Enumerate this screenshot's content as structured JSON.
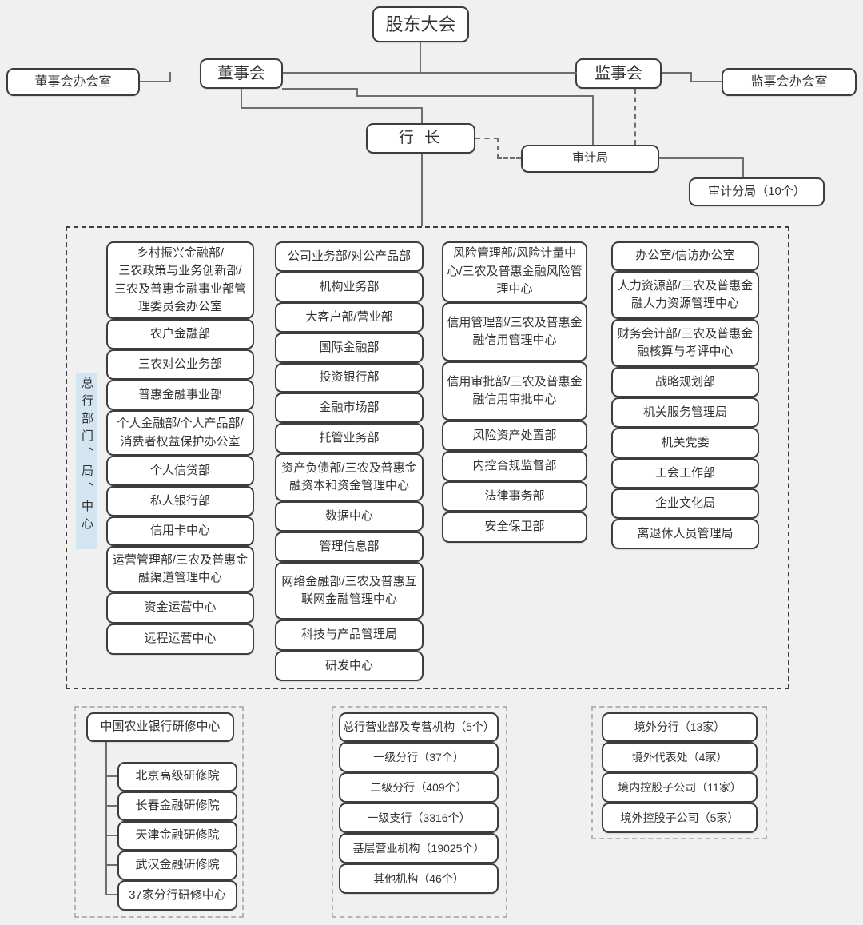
{
  "colors": {
    "background": "#f0f0f0",
    "box_border": "#3d3d3d",
    "box_fill": "#ffffff",
    "text": "#333333",
    "line": "#6e6e6e",
    "hq_frame_dash": "#3d3d3d",
    "group_frame_dash": "#b4b4b4",
    "side_label_highlight": "#d4e5f2"
  },
  "top": {
    "shareholders": "股东大会",
    "board": "董事会",
    "board_office": "董事会办会室",
    "supervisors": "监事会",
    "supervisors_office": "监事会办会室",
    "president": "行 长",
    "audit_bureau": "审计局",
    "audit_branches": "审计分局（10个）"
  },
  "hq": {
    "side_label": "总行部门、局、中心",
    "columns": [
      {
        "items": [
          "乡村振兴金融部/\n三农政策与业务创新部/\n三农及普惠金融事业部管\n理委员会办公室",
          "农户金融部",
          "三农对公业务部",
          "普惠金融事业部",
          "个人金融部/个人产品部/\n消费者权益保护办公室",
          "个人信贷部",
          "私人银行部",
          "信用卡中心",
          "运营管理部/三农及普惠金\n融渠道管理中心",
          "资金运营中心",
          "远程运营中心"
        ]
      },
      {
        "items": [
          "公司业务部/对公产品部",
          "机构业务部",
          "大客户部/营业部",
          "国际金融部",
          "投资银行部",
          "金融市场部",
          "托管业务部",
          "资产负债部/三农及普惠金\n融资本和资金管理中心",
          "数据中心",
          "管理信息部",
          "网络金融部/三农及普惠互\n联网金融管理中心",
          "科技与产品管理局",
          "研发中心"
        ]
      },
      {
        "items": [
          "风险管理部/风险计量中\n心/三农及普惠金融风险管\n理中心",
          "信用管理部/三农及普惠金\n融信用管理中心",
          "信用审批部/三农及普惠金\n融信用审批中心",
          "风险资产处置部",
          "内控合规监督部",
          "法律事务部",
          "安全保卫部"
        ]
      },
      {
        "items": [
          "办公室/信访办公室",
          "人力资源部/三农及普惠金\n融人力资源管理中心",
          "财务会计部/三农及普惠金\n融核算与考评中心",
          "战略规划部",
          "机关服务管理局",
          "机关党委",
          "工会工作部",
          "企业文化局",
          "离退休人员管理局"
        ]
      }
    ]
  },
  "training": {
    "parent": "中国农业银行研修中心",
    "children": [
      "北京高级研修院",
      "长春金融研修院",
      "天津金融研修院",
      "武汉金融研修院",
      "37家分行研修中心"
    ]
  },
  "branches": {
    "items": [
      "总行营业部及专营机构（5个）",
      "一级分行（37个）",
      "二级分行（409个）",
      "一级支行（3316个）",
      "基层营业机构（19025个）",
      "其他机构（46个）"
    ]
  },
  "overseas": {
    "items": [
      "境外分行（13家）",
      "境外代表处（4家）",
      "境内控股子公司（11家）",
      "境外控股子公司（5家）"
    ]
  }
}
